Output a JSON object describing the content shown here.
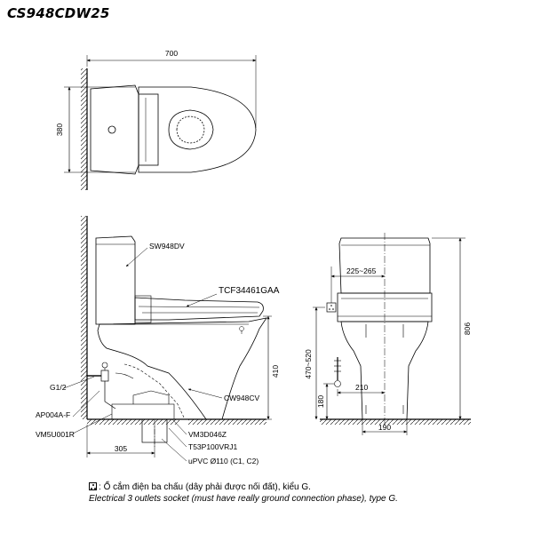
{
  "model_code": "CS948CDW25",
  "top_view": {
    "width_dim": "700",
    "depth_dim": "380"
  },
  "side_view": {
    "tank_part": "SW948DV",
    "seat_part": "TCF34461GAA",
    "bowl_part": "CW948CV",
    "inlet_thread": "G1/2",
    "stop_valve": "AP004A-F",
    "supply_hose": "VM5U001R",
    "flange": "VM3D046Z",
    "bolt_set": "T53P100VRJ1",
    "drain_pipe": "uPVC Ø110 (C1, C2)",
    "rough_in_dim": "305",
    "seat_height_dim": "410"
  },
  "front_view": {
    "socket_range_dim": "225~265",
    "socket_height_dim": "470~520",
    "valve_offset_dim": "210",
    "valve_height_dim": "180",
    "base_width_dim": "190",
    "total_height_dim": "806"
  },
  "legend": {
    "vn": "Ổ cắm điện ba chấu (dây phải được nối đất), kiểu G.",
    "en": "Electrical 3 outlets socket (must have really ground connection phase), type G."
  }
}
